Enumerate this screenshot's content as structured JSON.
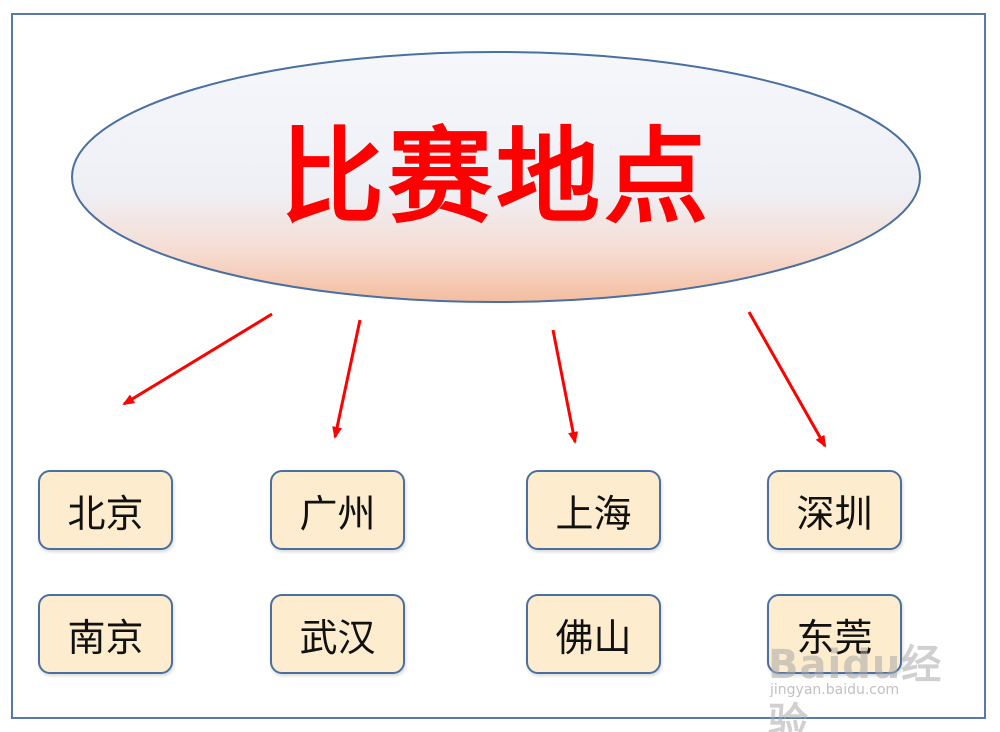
{
  "title": "比赛地点",
  "cities": [
    "北京",
    "广州",
    "上海",
    "深圳",
    "南京",
    "武汉",
    "佛山",
    "东莞"
  ],
  "watermark": {
    "logo": "Baidu经验",
    "url": "jingyan.baidu.com"
  },
  "colors": {
    "title": "#ff0000",
    "arrow": "#ff0000",
    "border": "#4a6fa1",
    "box_fill": "#fdeccd"
  }
}
